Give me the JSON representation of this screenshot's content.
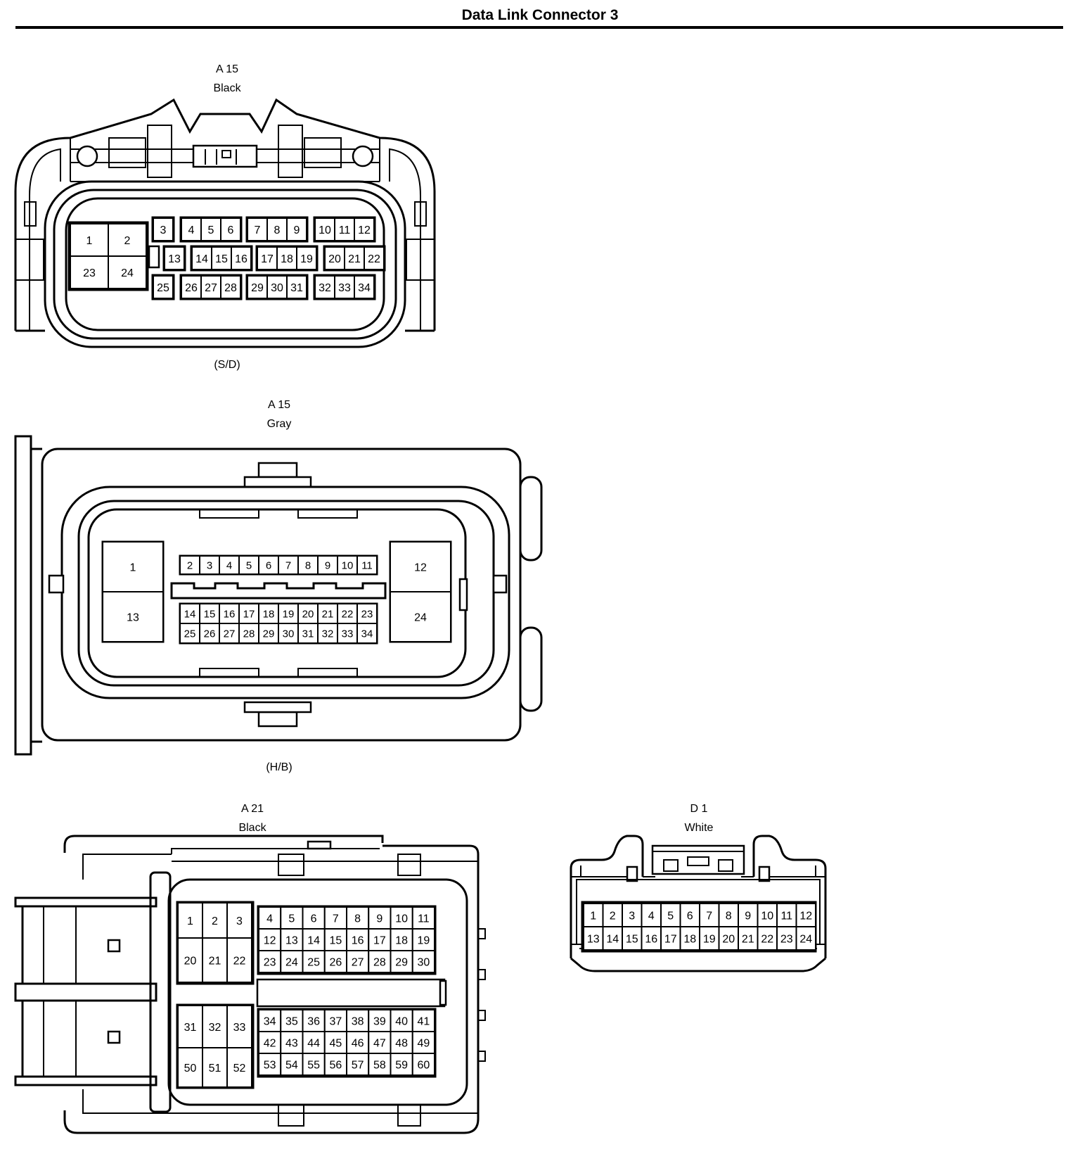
{
  "title": "Data Link Connector 3",
  "connectors": [
    {
      "code": "A 15",
      "color": "Black",
      "note": "(S/D)"
    },
    {
      "code": "A 15",
      "color": "Gray",
      "note": "(H/B)"
    },
    {
      "code": "A 21",
      "color": "Black"
    },
    {
      "code": "D 1",
      "color": "White"
    }
  ]
}
